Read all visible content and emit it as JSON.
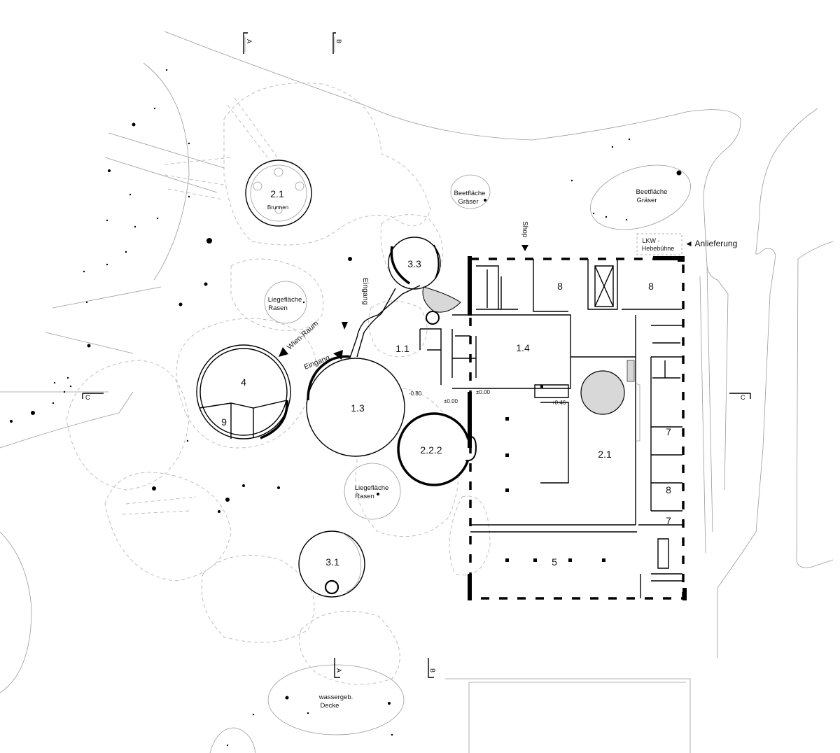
{
  "section_marks": {
    "a": "A",
    "b": "B",
    "c": "C"
  },
  "rooms": {
    "r_1_1": "1.1",
    "r_1_3": "1.3",
    "r_1_4": "1.4",
    "r_2_1_courtyard": "2.1",
    "r_2_1_hall": "2.1",
    "r_2_2_2": "2.2.2",
    "r_3_1": "3.1",
    "r_3_3": "3.3",
    "r_4": "4",
    "r_5": "5",
    "r_7_a": "7",
    "r_7_b": "7",
    "r_8_a": "8",
    "r_8_b": "8",
    "r_8_c": "8",
    "r_9": "9"
  },
  "labels": {
    "brunnen": "Brunnen",
    "liegeflaeche": "Liegefläche",
    "rasen": "Rasen",
    "beetflaeche": "Beetfläche",
    "graeser": "Gräser",
    "wassergeb": "wassergeb.",
    "decke": "Decke",
    "lkw": "LKW -",
    "hebebuehne": "Hebebühne",
    "anlieferung": "◄ Anlieferung",
    "shop": "Shop",
    "eingang": "Eingang",
    "wien_raum": "Wien-Raum"
  },
  "levels": {
    "minus_080": "-0.80",
    "pm_000_a": "±0.00",
    "pm_000_b": "±0.00",
    "plus_046": "+0.46"
  },
  "colors": {
    "ink": "#000000",
    "site_line": "#9a9a9a",
    "dashed_line": "#b8b8b8",
    "fill_gray": "#d8d8d8"
  }
}
